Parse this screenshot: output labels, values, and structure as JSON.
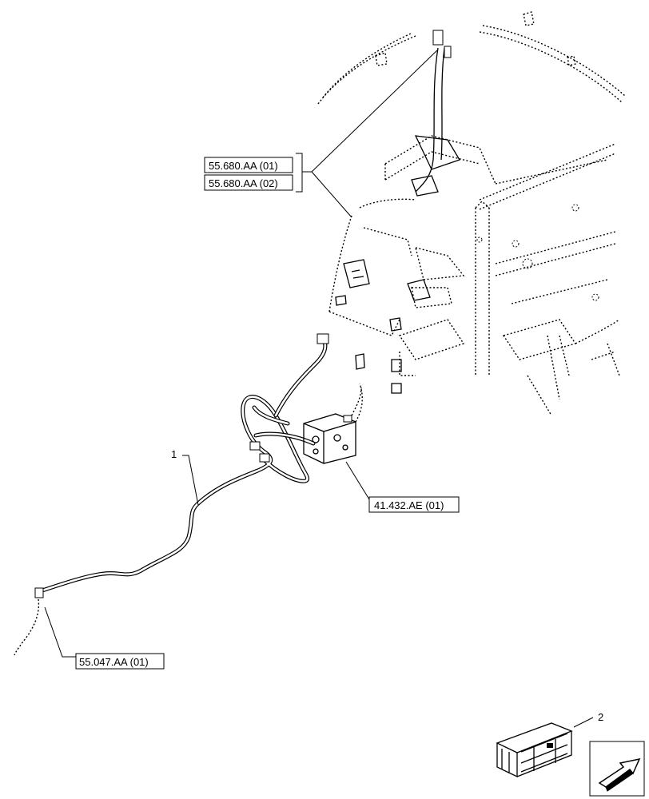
{
  "references": {
    "ref_55680_01": "55.680.AA (01)",
    "ref_55680_02": "55.680.AA (02)",
    "ref_41432_01": "41.432.AE (01)",
    "ref_55047_01": "55.047.AA (01)"
  },
  "callouts": {
    "item_1": "1",
    "item_2": "2"
  },
  "icons": {
    "orientation": "orientation-arrow-icon",
    "kit_box": "kit-box-icon"
  }
}
